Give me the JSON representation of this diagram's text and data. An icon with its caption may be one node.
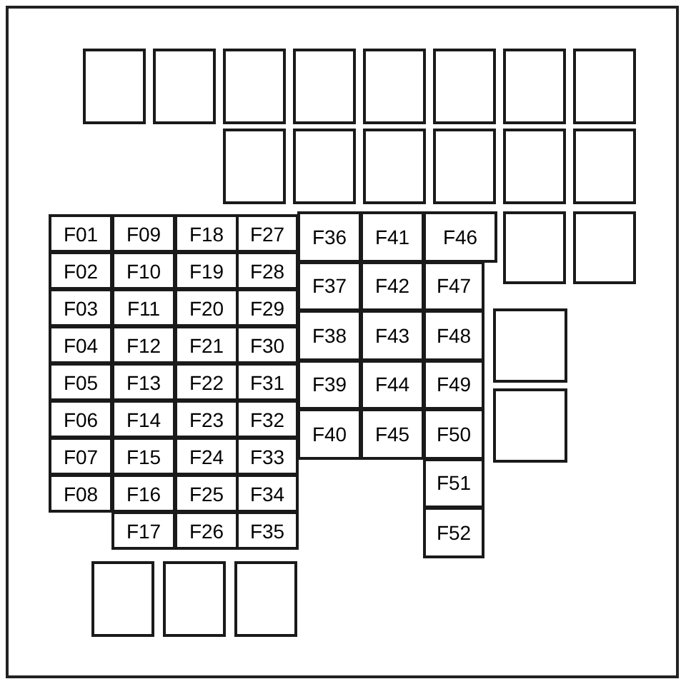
{
  "diagram": {
    "nodes": [
      {
        "text": [],
        "shape": "box"
      },
      {
        "text": [],
        "shape": "box"
      },
      {
        "text": [],
        "shape": "box"
      },
      {
        "text": [],
        "shape": "box"
      },
      {
        "text": [],
        "shape": "box"
      },
      {
        "text": [],
        "shape": "box"
      },
      {
        "text": [],
        "shape": "box"
      },
      {
        "text": [],
        "shape": "box"
      },
      {
        "text": [],
        "shape": "box"
      },
      {
        "text": [],
        "shape": "box"
      },
      {
        "text": [],
        "shape": "box"
      },
      {
        "text": [],
        "shape": "box"
      },
      {
        "text": [],
        "shape": "box"
      },
      {
        "text": [],
        "shape": "box"
      },
      {
        "text": [
          "F01"
        ]
      },
      {
        "text": [
          "F02"
        ]
      },
      {
        "text": [
          "F03"
        ]
      },
      {
        "text": [
          "F04"
        ]
      },
      {
        "text": [
          "F05"
        ]
      },
      {
        "text": [
          "F06"
        ]
      },
      {
        "text": [
          "F07"
        ]
      },
      {
        "text": [
          "F08"
        ]
      },
      {
        "text": [
          "F09"
        ]
      },
      {
        "text": [
          "F10"
        ]
      },
      {
        "text": [
          "F11"
        ]
      },
      {
        "text": [
          "F12"
        ]
      },
      {
        "text": [
          "F13"
        ]
      },
      {
        "text": [
          "F14"
        ]
      },
      {
        "text": [
          "F15"
        ]
      },
      {
        "text": [
          "F16"
        ]
      },
      {
        "text": [
          "F17"
        ]
      },
      {
        "text": [
          "F18"
        ]
      },
      {
        "text": [
          "F19"
        ]
      },
      {
        "text": [
          "F20"
        ]
      },
      {
        "text": [
          "F21"
        ]
      },
      {
        "text": [
          "F22"
        ]
      },
      {
        "text": [
          "F23"
        ]
      },
      {
        "text": [
          "F24"
        ]
      },
      {
        "text": [
          "F25"
        ]
      },
      {
        "text": [
          "F26"
        ]
      },
      {
        "text": [
          "F27"
        ]
      },
      {
        "text": [
          "F28"
        ]
      },
      {
        "text": [
          "F29"
        ]
      },
      {
        "text": [
          "F30"
        ]
      },
      {
        "text": [
          "F31"
        ]
      },
      {
        "text": [
          "F32"
        ]
      },
      {
        "text": [
          "F33"
        ]
      },
      {
        "text": [
          "F34"
        ]
      },
      {
        "text": [
          "F35"
        ]
      },
      {
        "text": [
          "F36"
        ]
      },
      {
        "text": [
          "F37"
        ]
      },
      {
        "text": [
          "F38"
        ]
      },
      {
        "text": [
          "F39"
        ]
      },
      {
        "text": [
          "F40"
        ]
      },
      {
        "text": [
          "F41"
        ]
      },
      {
        "text": [
          "F42"
        ]
      },
      {
        "text": [
          "F43"
        ]
      },
      {
        "text": [
          "F44"
        ]
      },
      {
        "text": [
          "F45"
        ]
      },
      {
        "text": [
          "F46"
        ]
      },
      {
        "text": [
          "F47"
        ]
      },
      {
        "text": [
          "F48"
        ]
      },
      {
        "text": [
          "F49"
        ]
      },
      {
        "text": [
          "F50"
        ]
      },
      {
        "text": [
          "F51"
        ]
      },
      {
        "text": [
          "F52"
        ]
      },
      {
        "text": [],
        "shape": "box"
      },
      {
        "text": [],
        "shape": "box"
      },
      {
        "text": [],
        "shape": "box"
      },
      {
        "text": [],
        "shape": "box"
      },
      {
        "text": [],
        "shape": "box"
      },
      {
        "text": [],
        "shape": "box"
      },
      {
        "text": [],
        "shape": "box"
      }
    ]
  }
}
